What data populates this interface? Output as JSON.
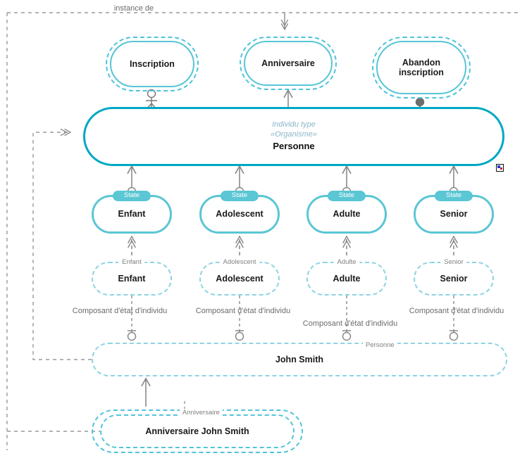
{
  "diagram": {
    "title_label": "instance de",
    "colors": {
      "teal_strong": "#00A7C4",
      "teal_mid": "#5BC6D4",
      "teal_light": "#8DD4E4",
      "gray_line": "#9a9a9a",
      "label_gray": "#6b6b6b",
      "italic_blue": "#8ab6c9"
    },
    "usecases": [
      {
        "name": "Inscription",
        "actor": "hollow-actor"
      },
      {
        "name": "Anniversaire",
        "actor": "none"
      },
      {
        "name": "Abandon\ninscription",
        "actor": "filled-actor"
      }
    ],
    "usecase_1_name": "Inscription",
    "usecase_2_name": "Anniversaire",
    "usecase_3_line1": "Abandon",
    "usecase_3_line2": "inscription",
    "personne": {
      "stereotype_line1": "Individu type",
      "stereotype_line2": "«Organisme»",
      "name": "Personne"
    },
    "states": [
      {
        "tag": "State",
        "name": "Enfant"
      },
      {
        "tag": "State",
        "name": "Adolescent"
      },
      {
        "tag": "State",
        "name": "Adulte"
      },
      {
        "tag": "State",
        "name": "Senior"
      }
    ],
    "state_1_tag": "State",
    "state_1_name": "Enfant",
    "state_2_tag": "State",
    "state_2_name": "Adolescent",
    "state_3_tag": "State",
    "state_3_name": "Adulte",
    "state_4_tag": "State",
    "state_4_name": "Senior",
    "instances": [
      {
        "tag": "Enfant",
        "name": "Enfant"
      },
      {
        "tag": "Adolescent",
        "name": "Adolescent"
      },
      {
        "tag": "Adulte",
        "name": "Adulte"
      },
      {
        "tag": "Senior",
        "name": "Senior"
      }
    ],
    "inst_1_tag": "Enfant",
    "inst_1_name": "Enfant",
    "inst_2_tag": "Adolescent",
    "inst_2_name": "Adolescent",
    "inst_3_tag": "Adulte",
    "inst_3_name": "Adulte",
    "inst_4_tag": "Senior",
    "inst_4_name": "Senior",
    "composant_label": "Composant d'état d'individu",
    "composant_1": "Composant d'état d'individu",
    "composant_2": "Composant d'état d'individu",
    "composant_3": "Composant d'état d'individu",
    "composant_4": "Composant d'état d'individu",
    "john": {
      "name": "John Smith",
      "tag": "Personne"
    },
    "anniv": {
      "name": "Anniversaire John Smith",
      "tag": "Anniversaire"
    }
  }
}
